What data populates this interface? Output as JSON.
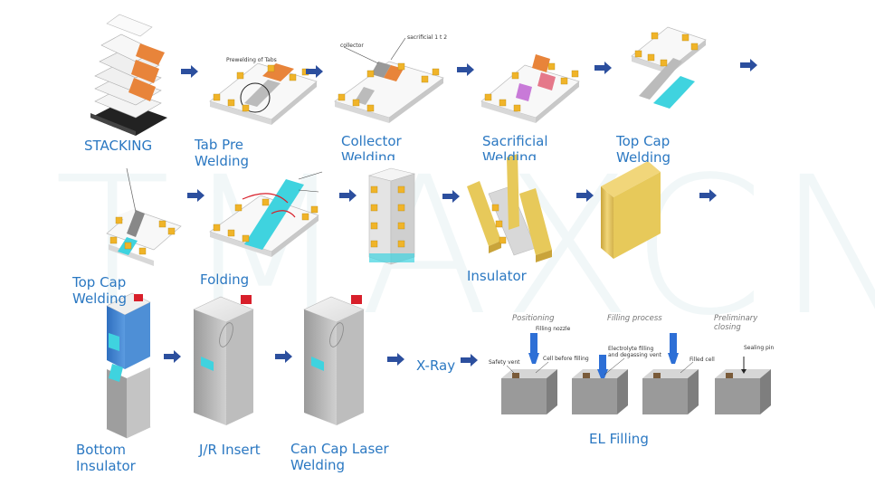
{
  "watermark": "TMAXCN",
  "steps": {
    "stacking": "STACKING",
    "tab_pre_welding": [
      "Tab Pre",
      "Welding"
    ],
    "collector_welding": [
      "Collector",
      "Welding"
    ],
    "sacrificial_welding": [
      "Sacrificial",
      "Welding"
    ],
    "top_cap_welding_1": [
      "Top Cap",
      "Welding"
    ],
    "top_cap_welding_2": [
      "Top Cap",
      "Welding"
    ],
    "folding": "Folding",
    "insulator": "Insulator",
    "bottom_insulator": [
      "Bottom",
      "Insulator"
    ],
    "jr_insert": "J/R Insert",
    "can_cap_laser_welding": [
      "Can Cap Laser",
      "Welding"
    ],
    "x_ray": "X-Ray",
    "el_filling": "EL Filling"
  },
  "el_filling_stages": {
    "positioning": "Positioning",
    "filling_process": "Filling process",
    "preliminary_closing": [
      "Preliminary",
      "closing"
    ]
  },
  "callouts": {
    "filling_nozzle": "Filling nozzle",
    "safety_vent": "Safety vent",
    "cell_before_filling": "Cell before filling",
    "electrolyte_filling": [
      "Electrolyte filling",
      "and degassing vent"
    ],
    "filled_cell": "Filled cell",
    "sealing_pin": "Sealing pin",
    "collector": "collector",
    "sacrificial": "sacrificial 1 t 2",
    "prewelding": "Prewelding of Tabs"
  },
  "colors": {
    "label": "#2b78c2",
    "arrow": "#2c4f9e",
    "tab": "#f0b429",
    "copper": "#e8843a",
    "cyan": "#3fd3df",
    "pink": "#c87ad8",
    "insulator": "#e7c95a",
    "can": "#c8c8c8",
    "red": "#d81f2a"
  }
}
